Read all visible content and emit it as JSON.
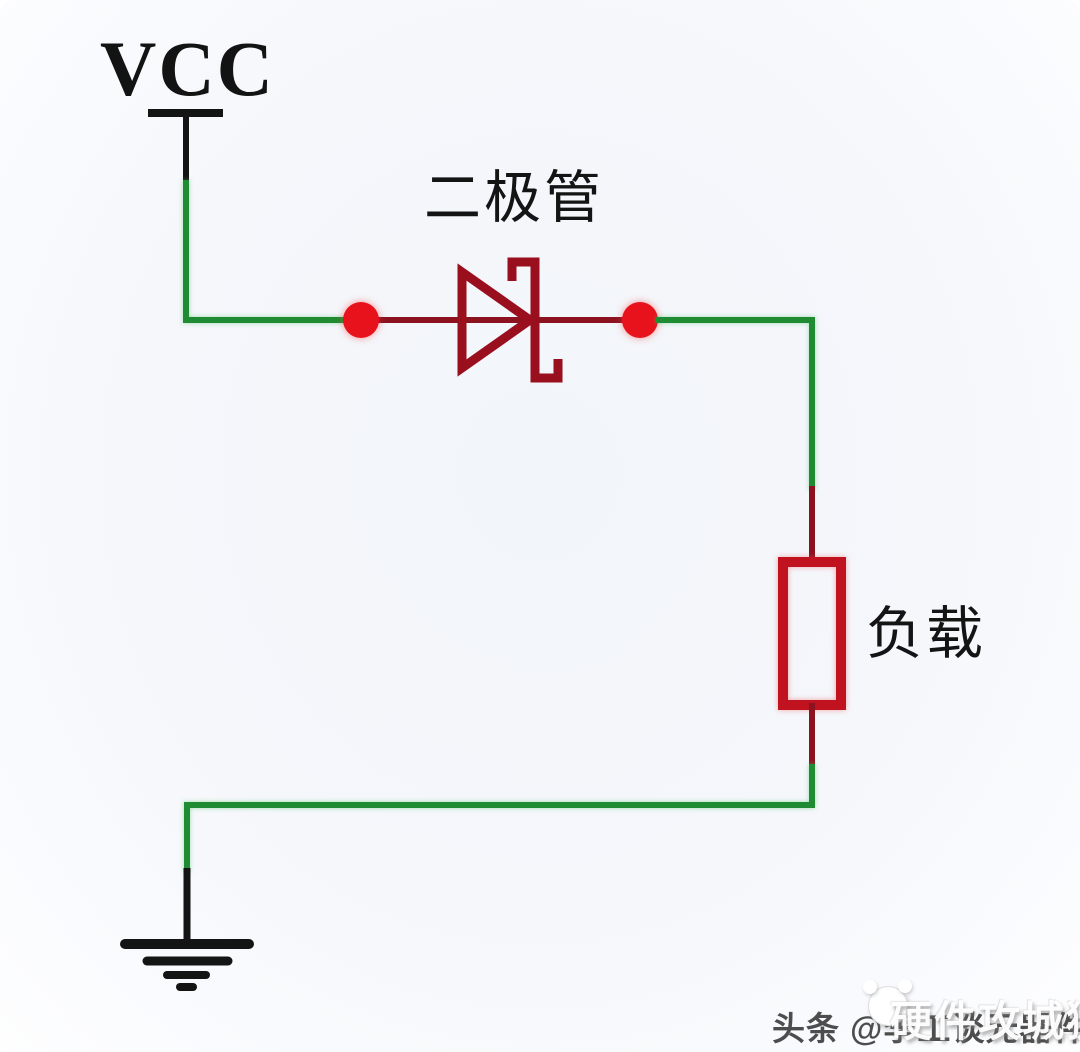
{
  "labels": {
    "power": "VCC",
    "diode": "二极管",
    "load": "负载"
  },
  "watermark": {
    "byline": "头条 @李工谈元器件",
    "overlay": "硬件攻城狮"
  },
  "icons": {
    "power": "power-rail-icon",
    "diode": "schottky-diode-icon",
    "load": "resistor-load-icon",
    "ground": "ground-icon",
    "junction": "junction-dot-icon",
    "logo": "panda-badge-icon"
  },
  "colors": {
    "wire_green": "#1f8b33",
    "wire_dark_red": "#8c1220",
    "diode_outline": "#9a0f1e",
    "junction_dot": "#e8121c",
    "load_outline": "#c1121f",
    "symbol_black": "#141414"
  }
}
